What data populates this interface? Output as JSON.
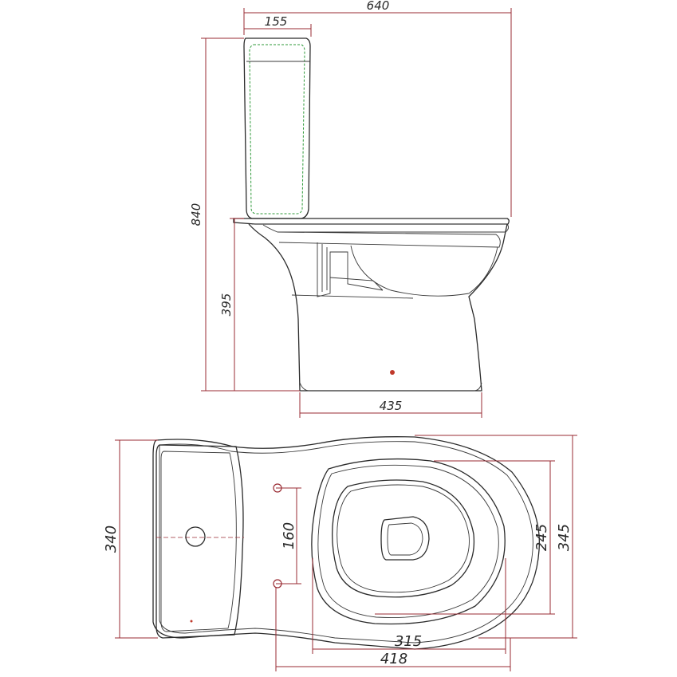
{
  "drawing": {
    "side_view": {
      "overall_width": "640",
      "tank_depth": "155",
      "total_height": "840",
      "seat_height": "395",
      "base_length": "435"
    },
    "top_view": {
      "overall_width": "340",
      "fixing_hole_spacing": "160",
      "bowl_inner_width": "245",
      "bowl_outer_width": "345",
      "bowl_inner_length": "315",
      "bowl_outer_length": "418"
    },
    "colors": {
      "dimension_line": "#9a2b33",
      "outline": "#2b2b2b",
      "tank_inner_outline": "#2f9a3a"
    }
  }
}
